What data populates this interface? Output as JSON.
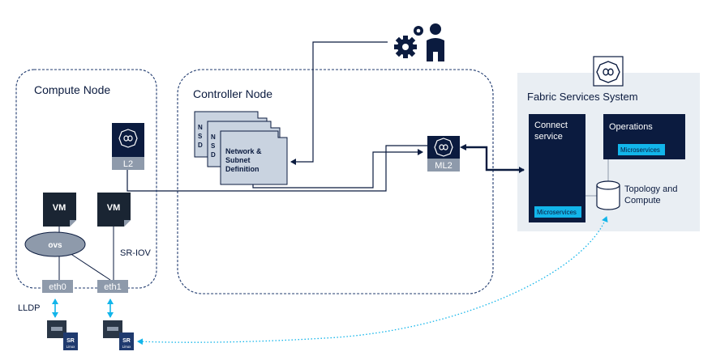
{
  "compute_node": {
    "title": "Compute Node",
    "l2_label": "L2",
    "vm1_label": "VM",
    "vm2_label": "VM",
    "ovs_label": "ovs",
    "sriov_label": "SR-IOV",
    "eth0_label": "eth0",
    "eth1_label": "eth1",
    "lldp_label": "LLDP",
    "srlinux_sr": "SR",
    "srlinux_linux": "Linux"
  },
  "controller_node": {
    "title": "Controller Node",
    "doc_lines": [
      "Network &",
      "Subnet",
      "Definition"
    ],
    "doc_back_letters": [
      "N",
      "S",
      "D"
    ],
    "ml2_label": "ML2"
  },
  "fabric_services": {
    "title": "Fabric Services System",
    "connect_service_lines": [
      "Connect",
      "service"
    ],
    "operations_label": "Operations",
    "microservices_label": "Microservices",
    "topology_lines": [
      "Topology and",
      "Compute"
    ]
  },
  "colors": {
    "navy": "#0b1b3f",
    "steel": "#8e9aab",
    "dashed_border": "#1f3a6e",
    "cyan": "#12b5ea",
    "fss_bg": "#e9eef3",
    "doc_fill": "#c9d3e0"
  },
  "icons": [
    "gear-user-icon",
    "fss-logo-icon",
    "server-icon",
    "database-icon"
  ]
}
